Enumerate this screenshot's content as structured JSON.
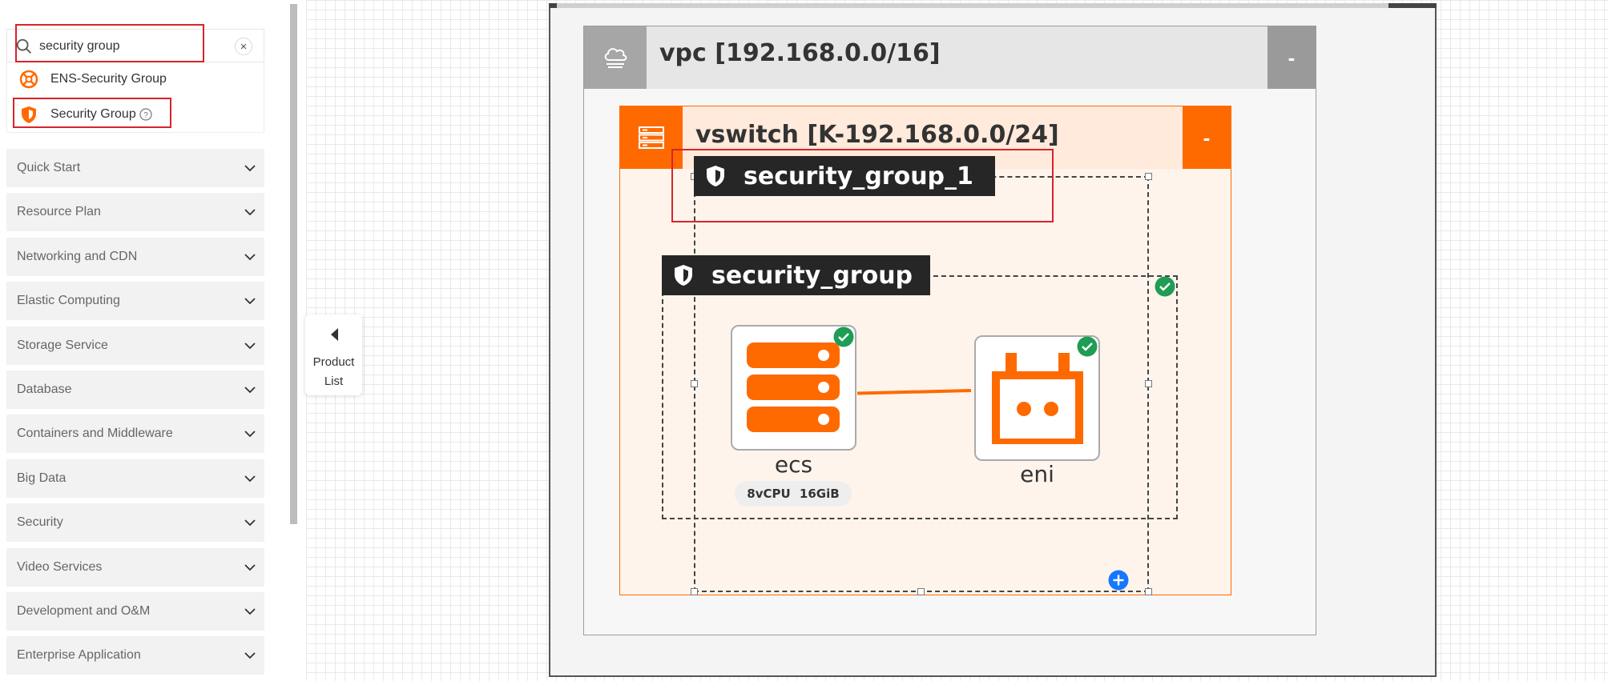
{
  "search": {
    "value": "security group",
    "placeholder": "",
    "results": [
      {
        "label": "ENS-Security Group",
        "icon": "ens-security-group-icon"
      },
      {
        "label": "Security Group",
        "icon": "security-group-icon",
        "help_icon": "help-circle-icon"
      }
    ]
  },
  "categories": [
    "Quick Start",
    "Resource Plan",
    "Networking and CDN",
    "Elastic Computing",
    "Storage Service",
    "Database",
    "Containers and Middleware",
    "Big Data",
    "Security",
    "Video Services",
    "Development and O&M",
    "Enterprise Application"
  ],
  "product_list_toggle": {
    "line1": "Product",
    "line2": "List"
  },
  "diagram": {
    "vpc": {
      "title": "vpc [192.168.0.0/16]",
      "collapse": "-",
      "icon": "cloud-icon"
    },
    "vswitch": {
      "title": "vswitch [K-192.168.0.0/24]",
      "collapse": "-",
      "icon": "vswitch-icon"
    },
    "security_groups": [
      {
        "label": "security_group_1"
      },
      {
        "label": "security_group"
      }
    ],
    "nodes": {
      "ecs": {
        "label": "ecs",
        "spec": "8vCPU 16GiB",
        "icon": "ecs-server-icon"
      },
      "eni": {
        "label": "eni",
        "icon": "eni-icon"
      }
    }
  },
  "colors": {
    "accent": "#ff6a00",
    "highlight_border": "#d9232a",
    "status_ok": "#1f9d55",
    "add_button": "#1677ff"
  }
}
